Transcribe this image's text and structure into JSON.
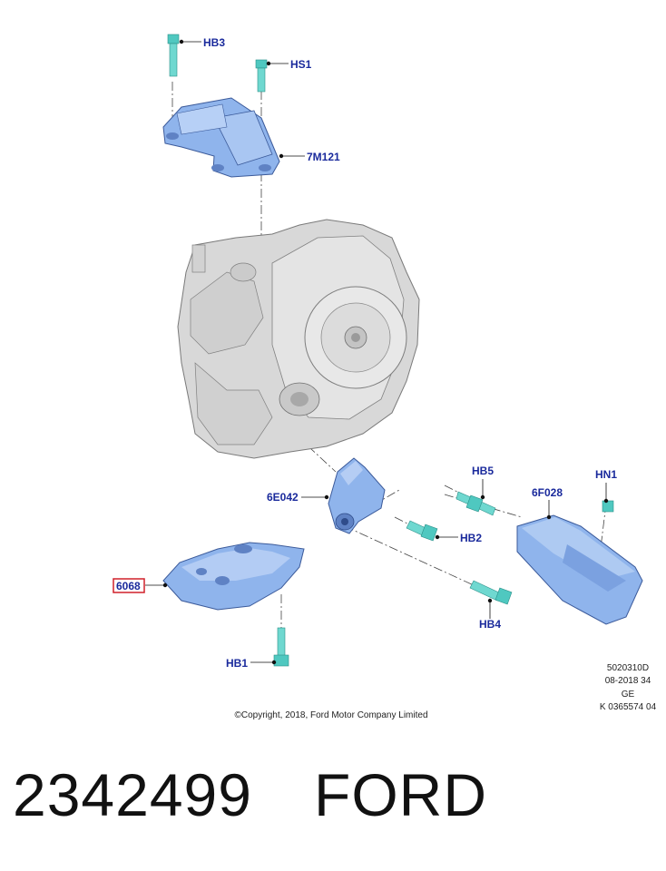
{
  "callouts": {
    "hb3": "HB3",
    "hs1": "HS1",
    "m121": "7M121",
    "e042": "6E042",
    "hb5": "HB5",
    "hn1": "HN1",
    "f028": "6F028",
    "hb2": "HB2",
    "p6068": "6068",
    "hb4": "HB4",
    "hb1": "HB1"
  },
  "info_block": {
    "line1": "5020310D",
    "line2": "08-2018 34",
    "line3": "GE",
    "line4": "K 0365574 04"
  },
  "copyright": "©Copyright, 2018, Ford Motor Company Limited",
  "footer": {
    "part_number": "2342499",
    "brand": "FORD"
  },
  "colors": {
    "callout_text": "#1a2a9c",
    "highlight_box": "#d0202a",
    "part_blue": "#8fb4ec",
    "bolt_teal": "#4fc8c0",
    "transmission_grey": "#d8d8d8"
  }
}
